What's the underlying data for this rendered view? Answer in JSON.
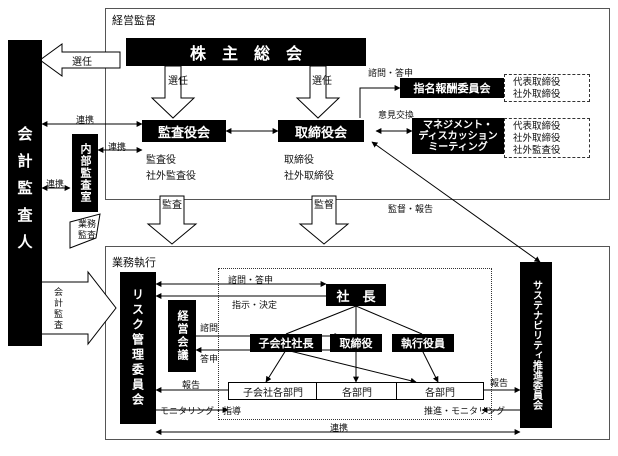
{
  "sections": {
    "management_oversight": "経営監督",
    "business_execution": "業務執行"
  },
  "nodes": {
    "auditor": "会計監査人",
    "shareholders": "株　主　総　会",
    "audit_board": "監査役会",
    "audit_board_members": [
      "監査役",
      "社外監査役"
    ],
    "board": "取締役会",
    "board_members": [
      "取締役",
      "社外取締役"
    ],
    "nomination_committee": "指名報酬委員会",
    "nomination_members": [
      "代表取締役",
      "社外取締役"
    ],
    "management_meeting": [
      "マネジメント・",
      "ディスカッション",
      "ミーティング"
    ],
    "management_members": [
      "代表取締役",
      "社外取締役",
      "社外監査役"
    ],
    "internal_audit": "内部監査室",
    "risk_committee": "リスク管理委員会",
    "executive_council": "経営会議",
    "president": "社　長",
    "subsidiary_presidents": "子会社社長",
    "directors": "取締役",
    "executive_officers": "執行役員",
    "subsidiary_divisions": "子会社各部門",
    "divisions_1": "各部門",
    "divisions_2": "各部門",
    "sustainability_committee": "サステナビリティ推進委員会"
  },
  "labels": {
    "elect_left_arrow": "選任",
    "elect_audit": "選任",
    "elect_board": "選任",
    "inquiry_response_top": "諮問・答申",
    "opinion_exchange": "意見交換",
    "coordination_top": "連携",
    "coordination_internal": "連携",
    "coordination_left": "連携",
    "audit_arrow": "監査",
    "supervise_arrow": "監督",
    "business_audit": [
      "業務",
      "監査"
    ],
    "accounting_audit": [
      "会計",
      "監査"
    ],
    "supervise_report": "監督・報告",
    "inquiry_response_exec": "諮問・答申",
    "instruct_decide": "指示・決定",
    "inquiry": "諮問",
    "response": "答申",
    "report_left": "報告",
    "report_right": "報告",
    "monitoring_guidance": "モニタリング・指導",
    "promote_monitoring": "推進・モニタリング",
    "coordination_bottom": "連携"
  },
  "colors": {
    "block": "#000000",
    "frame_border": "#555555",
    "arrow_fill": "#ffffff"
  }
}
